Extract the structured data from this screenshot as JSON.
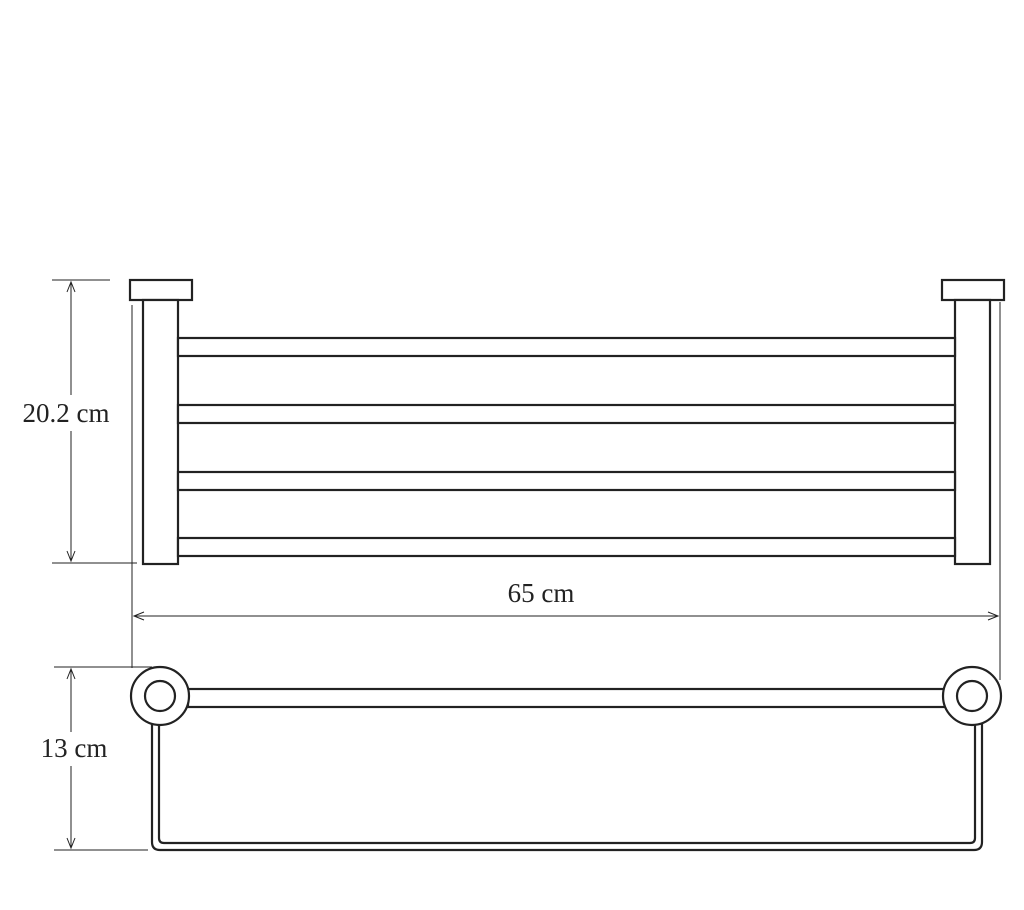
{
  "dimensions": {
    "height": "20.2 cm",
    "width": "65 cm",
    "depth": "13 cm"
  },
  "bar_count": 4
}
